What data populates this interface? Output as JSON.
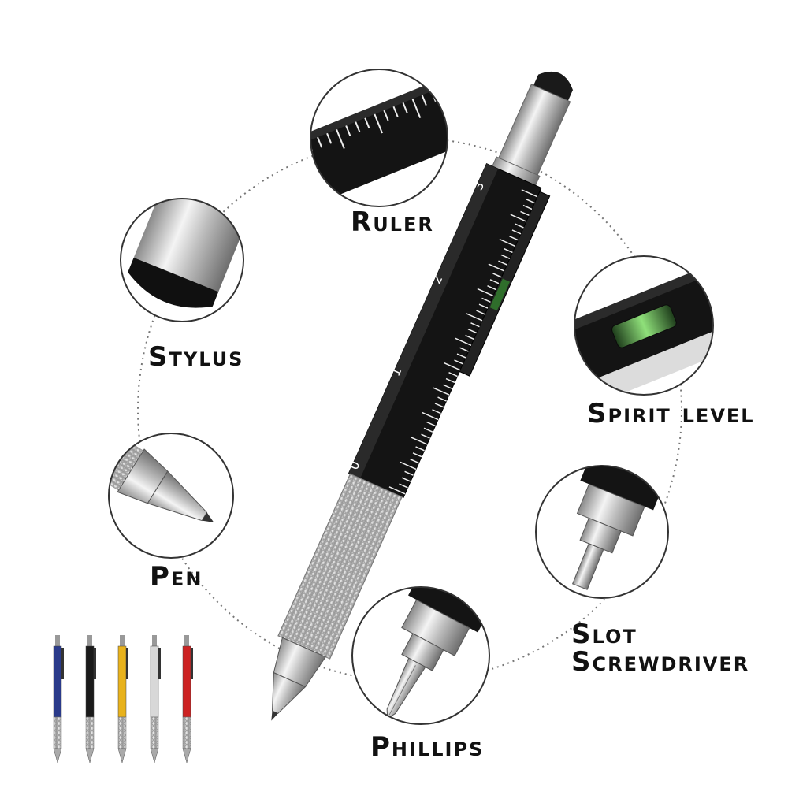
{
  "labels": {
    "ruler": "Ruler",
    "stylus": "Stylus",
    "spirit_level": "Spirit Level",
    "pen": "Pen",
    "slot_line1": "Slot",
    "slot_line2": "Screwdriver",
    "phillips": "Phillips"
  },
  "ruler_numbers": {
    "n0": "0",
    "n1": "1",
    "n2": "2",
    "n3": "3"
  },
  "pen_color_variants": [
    "#2a3a8a",
    "#1a1a1a",
    "#e8b21c",
    "#d8d8d8",
    "#cc2222"
  ],
  "colors": {
    "body_black": "#111111",
    "chrome": "#c9c9c9",
    "level_green": "#4fb347",
    "outline": "#333333"
  }
}
